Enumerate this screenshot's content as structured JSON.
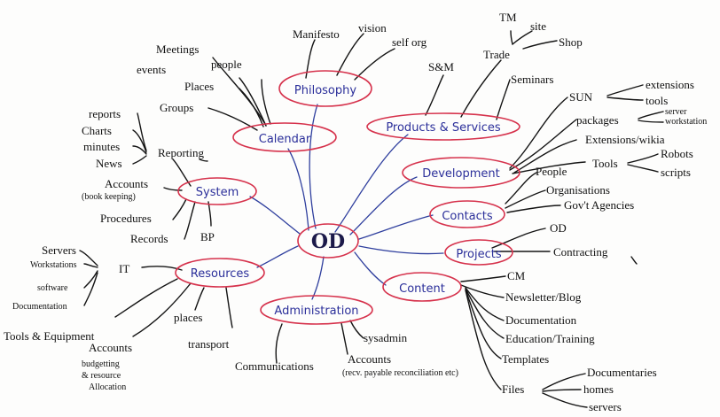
{
  "mindmap": {
    "center": "OD",
    "branches": {
      "philosophy": {
        "label": "Philosophy",
        "leaves": [
          "Manifesto",
          "vision",
          "self org"
        ]
      },
      "calendar": {
        "label": "Calendar",
        "leaves": [
          "Meetings",
          "events",
          "people",
          "Places",
          "Groups"
        ]
      },
      "products": {
        "label": "Products & Services",
        "leaves": [
          "S&M",
          "Trade",
          "TM",
          "site",
          "Shop",
          "Seminars"
        ]
      },
      "development": {
        "label": "Development",
        "leaves": [
          "SUN",
          "extensions",
          "tools",
          "packages",
          "server",
          "workstation",
          "Extensions/wikia",
          "Tools",
          "Robots",
          "scripts"
        ]
      },
      "contacts": {
        "label": "Contacts",
        "leaves": [
          "People",
          "Organisations",
          "Gov't Agencies"
        ]
      },
      "projects": {
        "label": "Projects",
        "leaves": [
          "OD",
          "Contracting"
        ]
      },
      "content": {
        "label": "Content",
        "leaves": [
          "CM",
          "Newsletter/Blog",
          "Documentation",
          "Education/Training",
          "Templates",
          "Files",
          "Documentaries",
          "homes",
          "servers"
        ]
      },
      "administration": {
        "label": "Administration",
        "leaves": [
          "sysadmin",
          "Communications",
          "Accounts",
          "(recv. payable reconciliation etc)"
        ]
      },
      "resources": {
        "label": "Resources",
        "leaves": [
          "IT",
          "Servers",
          "Workstations",
          "software",
          "Documentation",
          "Tools & Equipment",
          "Accounts",
          "budgetting",
          "& resource",
          "Allocation",
          "places",
          "transport"
        ]
      },
      "system": {
        "label": "System",
        "leaves": [
          "Reporting",
          "reports",
          "Charts",
          "minutes",
          "News",
          "Accounts",
          "(book keeping)",
          "Procedures",
          "Records",
          "BP"
        ]
      }
    }
  }
}
